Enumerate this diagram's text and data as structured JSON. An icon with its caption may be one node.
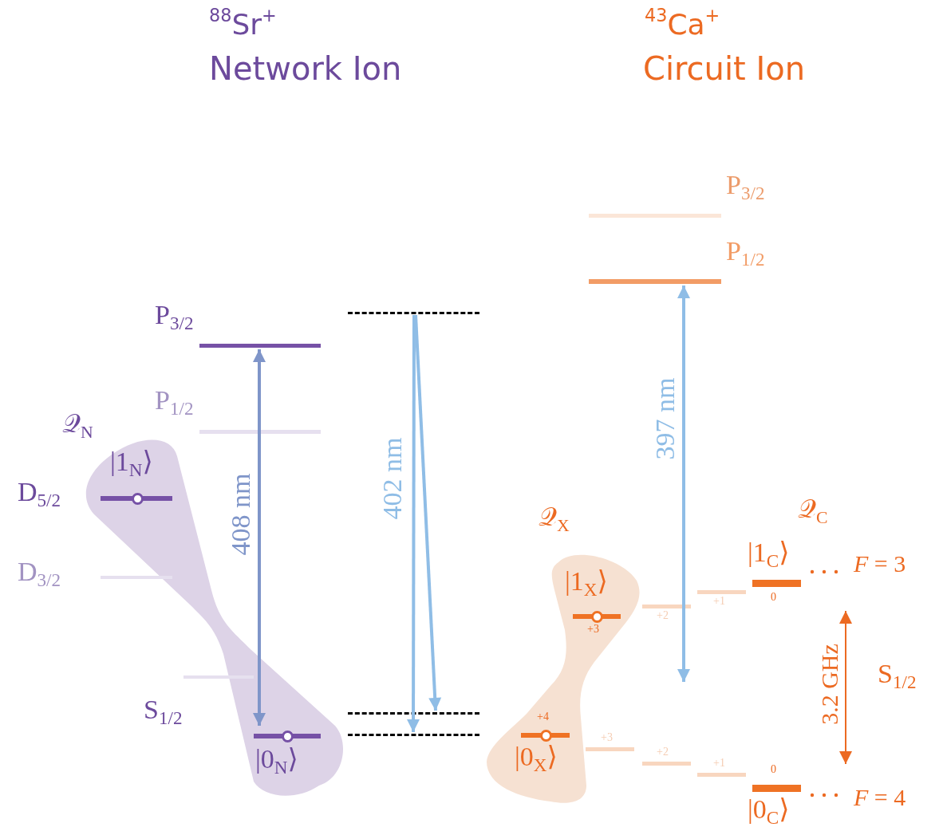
{
  "diagram": {
    "nodes": [
      {
        "text": [
          "P$_{3/2}$"
        ]
      },
      {
        "text": [
          "P$_{1/2}$"
        ]
      },
      {
        "text": [
          "𝒬$_{N}$"
        ]
      },
      {
        "text": [
          "|1$_{N}$⟩"
        ],
        "beside": [
          "D$_{5/2}$"
        ],
        "in": 2
      },
      {
        "text": [
          "D$_{3/2}$"
        ]
      },
      {
        "text": [],
        "shape": "bar"
      },
      {
        "text": [
          "|0$_{N}$⟩"
        ],
        "in": 2
      },
      {
        "text": [],
        "shape": "bar"
      },
      {
        "text": [],
        "shape": "bar"
      },
      {
        "text": [],
        "shape": "bar"
      },
      {
        "text": [
          "P$_{3/2}$"
        ]
      },
      {
        "text": [
          "P$_{1/2}$"
        ]
      },
      {
        "text": [
          "𝒬$_{X}$"
        ]
      },
      {
        "text": [
          "|1$_{X}$⟩"
        ],
        "beside": [
          "+3"
        ],
        "in": 12
      },
      {
        "text": [
          "|0$_{X}$⟩"
        ],
        "beside": [
          "+4"
        ],
        "in": 12
      },
      {
        "text": [
          "+2"
        ]
      },
      {
        "text": [
          "+1"
        ]
      },
      {
        "text": [
          "|1$_{C}$⟩",
          "0"
        ],
        "beside": [
          "*F* = 3"
        ]
      },
      {
        "text": [
          "+3"
        ]
      },
      {
        "text": [
          "+2"
        ]
      },
      {
        "text": [
          "+1"
        ]
      },
      {
        "text": [
          "0",
          "|0$_{C}$⟩"
        ],
        "beside": [
          "*F* = 4"
        ]
      }
    ],
    "edges": [
      {
        "from": 6,
        "to": 0,
        "arrow": "both",
        "label": "408 nm",
        "color": "#7f95c9"
      },
      {
        "from": 7,
        "to": 9,
        "arrow": "to",
        "label": "402 nm"
      },
      {
        "from": 7,
        "to": 8,
        "arrow": "to"
      },
      {
        "from": null,
        "to": 11,
        "arrow": "both",
        "label": "397 nm"
      },
      {
        "from": 21,
        "to": 17,
        "arrow": "both",
        "label": "3.2 GHz",
        "color": "#ec6a22"
      }
    ],
    "labels": [
      "$^{88}$Sr$^{+}$",
      "Network Ion",
      "$^{43}$Ca$^{+}$",
      "Circuit Ion",
      "𝒬$_{C}$",
      "S$_{1/2}$",
      "S$_{1/2}$"
    ]
  }
}
